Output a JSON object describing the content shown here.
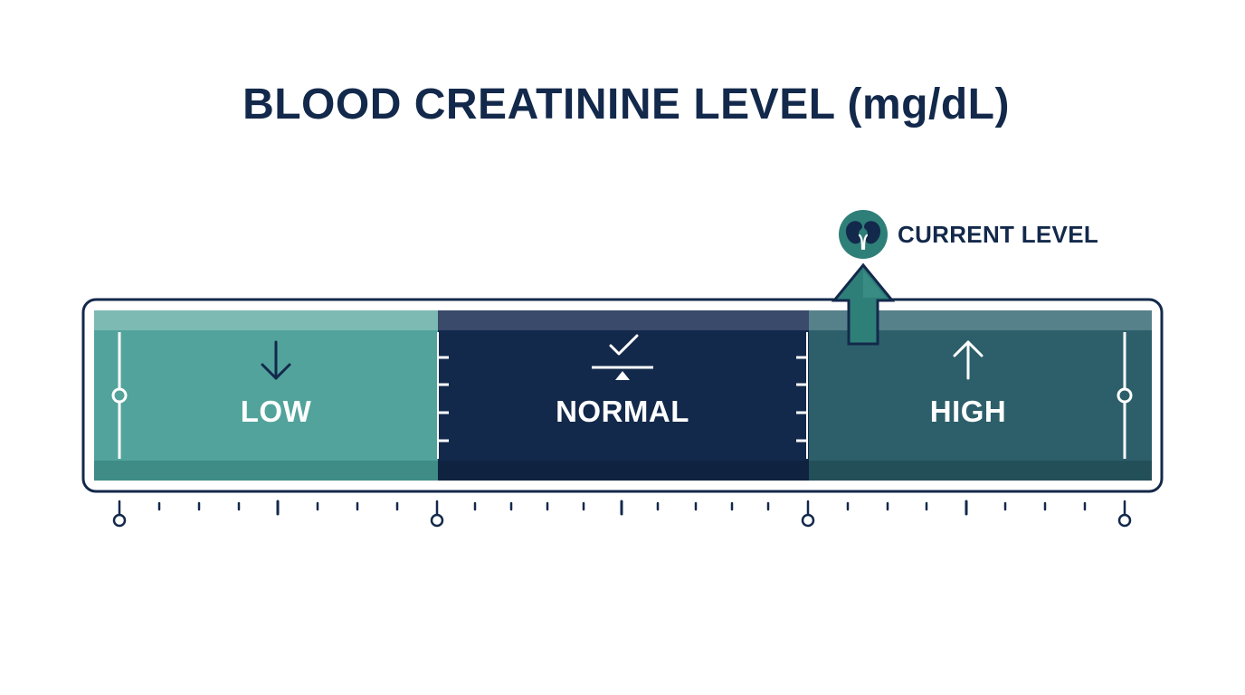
{
  "title": "BLOOD CREATININE LEVEL (mg/dL)",
  "marker": {
    "label": "CURRENT LEVEL",
    "icon": "kidney-icon",
    "zone": "HIGH",
    "position_fraction": 0.74
  },
  "zones": [
    {
      "id": "low",
      "label": "LOW",
      "icon": "arrow-down-icon",
      "color": "#52a39b"
    },
    {
      "id": "normal",
      "label": "NORMAL",
      "icon": "checkmark-balance-icon",
      "color": "#13294b"
    },
    {
      "id": "high",
      "label": "HIGH",
      "icon": "arrow-up-icon",
      "color": "#2c5f6a"
    }
  ],
  "colors": {
    "text": "#13294b",
    "frame": "#13294b",
    "accent": "#2f7f79"
  }
}
